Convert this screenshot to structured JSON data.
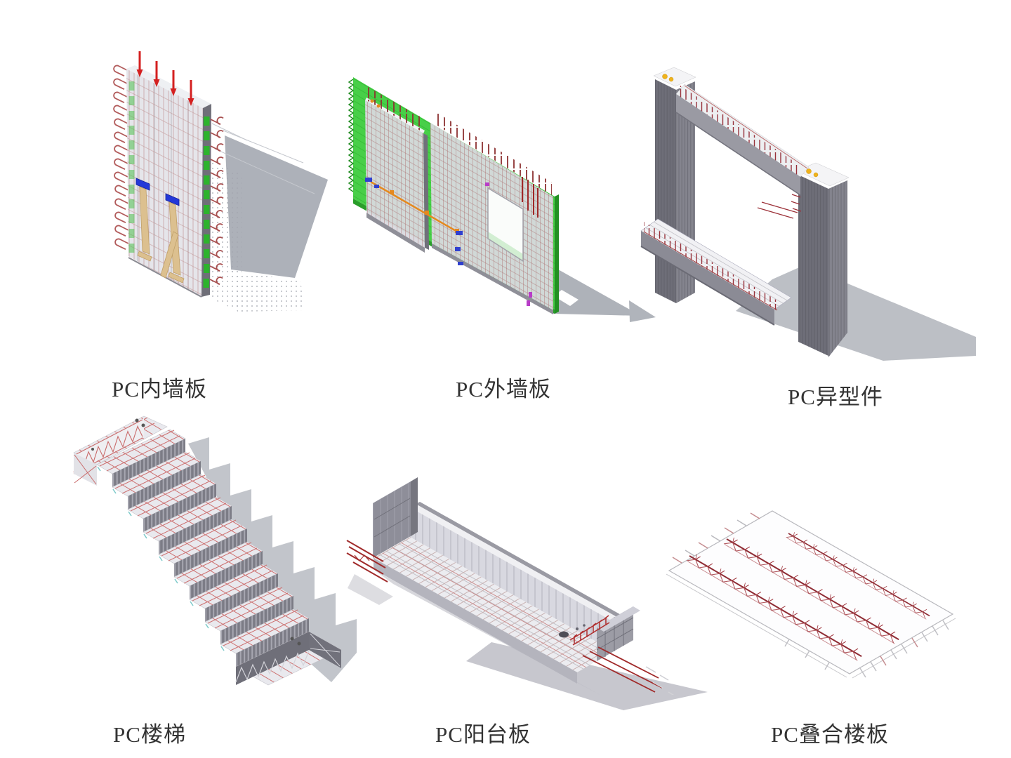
{
  "sheet": {
    "background": "#ffffff",
    "language": "zh-CN",
    "content": "precast-concrete-component-renders"
  },
  "figures": [
    {
      "id": "interior-wall-panel",
      "label": "PC内墙板"
    },
    {
      "id": "exterior-wall-panel",
      "label": "PC外墙板"
    },
    {
      "id": "special-shaped-component",
      "label": "PC异型件"
    },
    {
      "id": "stairs",
      "label": "PC楼梯"
    },
    {
      "id": "balcony-slab",
      "label": "PC阳台板"
    },
    {
      "id": "composite-floor-slab",
      "label": "PC叠合楼板"
    }
  ],
  "colors": {
    "rebar_maroon": "#a03038",
    "arrow_red": "#d42020",
    "formwork_green": "#3ecc3e",
    "clamp_blue": "#2438d8",
    "prop_tan": "#dcc08f",
    "rail_orange": "#e5891f",
    "anchor_yellow": "#f0b31b",
    "magenta_mark": "#b83cc8",
    "shadow_gray": "#b0b4bb",
    "concrete_light": "#e9e9ee",
    "concrete_dark": "#6e6e78"
  }
}
